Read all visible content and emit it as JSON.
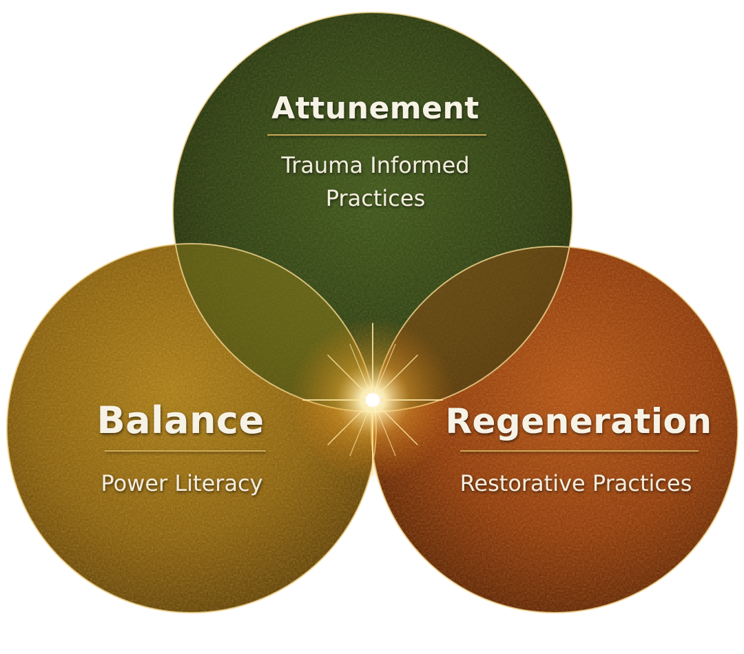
{
  "diagram": {
    "colors": {
      "attunement": "#2f4a1c",
      "balance": "#a87414",
      "regeneration": "#b34a12",
      "outline": "#e8c878",
      "glow": "#fff3c8"
    },
    "circles": [
      {
        "key": "attunement",
        "title": "Attunement",
        "subtitle_lines": [
          "Trauma Informed",
          "Practices"
        ]
      },
      {
        "key": "balance",
        "title": "Balance",
        "subtitle_lines": [
          "Power Literacy"
        ]
      },
      {
        "key": "regeneration",
        "title": "Regeneration",
        "subtitle_lines": [
          "Restorative Practices"
        ]
      }
    ]
  }
}
